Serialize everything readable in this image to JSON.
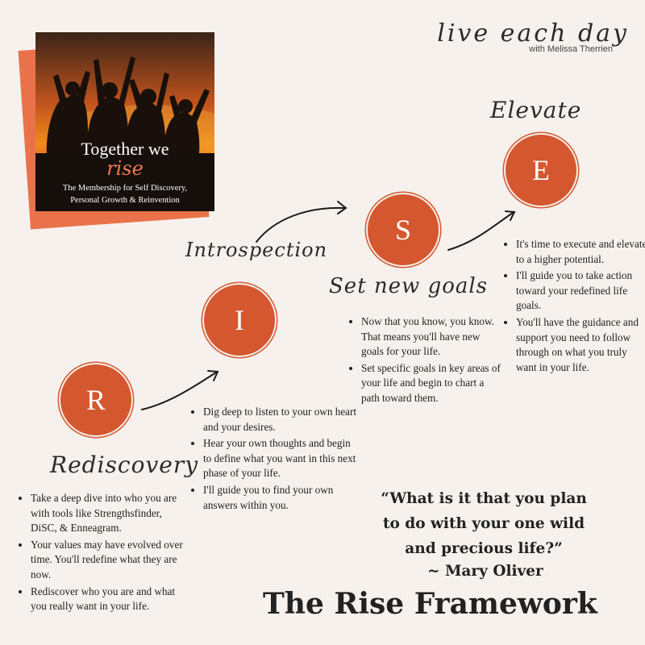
{
  "cover": {
    "title": "Together we",
    "accent": "rise",
    "subtitle_line1": "The Membership for Self Discovery,",
    "subtitle_line2": "Personal Growth & Reinvention"
  },
  "brand": {
    "name": "live each day",
    "byline": "with Melissa Therrien"
  },
  "steps": {
    "r": {
      "letter": "R",
      "heading": "Rediscovery",
      "bullets": [
        "Take a deep dive into who you are with tools like Strengthsfinder, DiSC, & Enneagram.",
        "Your values may have evolved over time. You'll redefine what they are now.",
        "Rediscover who you are and what you really want in your life."
      ]
    },
    "i": {
      "letter": "I",
      "heading": "Introspection",
      "bullets": [
        "Dig deep to listen to your own heart and your desires.",
        "Hear your own thoughts and begin to define what you want in this next phase of your life.",
        "I'll guide you to find your own answers within you."
      ]
    },
    "s": {
      "letter": "S",
      "heading": "Set new goals",
      "bullets": [
        "Now that you know, you know. That means you'll have new goals for your life.",
        "Set specific goals in key areas of your life and begin to chart a path toward them."
      ]
    },
    "e": {
      "letter": "E",
      "heading": "Elevate",
      "bullets": [
        "It's time to execute and elevate to a higher potential.",
        "I'll guide you to take action toward your redefined life goals.",
        "You'll have the guidance and support you need to follow through on what you truly want in your life."
      ]
    }
  },
  "quote": {
    "line1": "“What is it that you plan",
    "line2": "to do with your one wild",
    "line3": "and precious life?”",
    "author": "~ Mary Oliver"
  },
  "title": "The Rise Framework",
  "colors": {
    "accent": "#d4572f",
    "background": "#f6f1ec"
  }
}
